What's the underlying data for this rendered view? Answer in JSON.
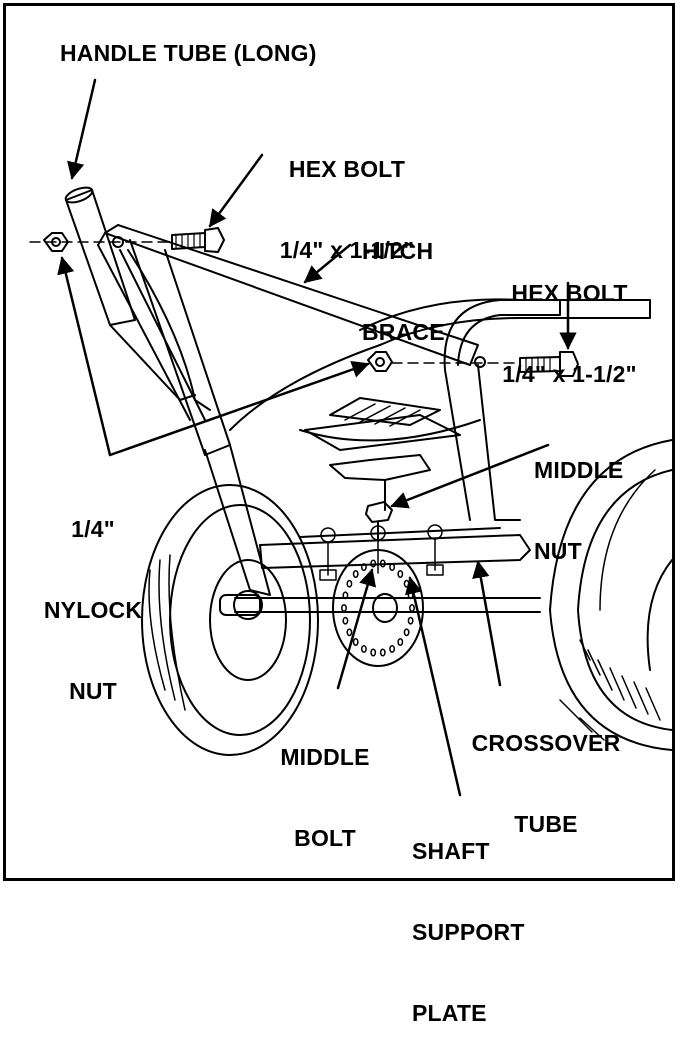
{
  "labels": {
    "handle_tube": "HANDLE TUBE (LONG)",
    "hex_bolt_left": {
      "line1": "HEX BOLT",
      "line2": "1/4\" x 1-1/2\""
    },
    "hitch_brace": {
      "line1": "HITCH",
      "line2": "BRACE"
    },
    "hex_bolt_right": {
      "line1": "HEX BOLT",
      "line2": "1/4\" x 1-1/2\""
    },
    "middle_nut": {
      "line1": "MIDDLE",
      "line2": "NUT"
    },
    "nylock_nut": {
      "line1": "1/4\"",
      "line2": "NYLOCK",
      "line3": "NUT"
    },
    "crossover_tube": {
      "line1": "CROSSOVER",
      "line2": "TUBE"
    },
    "middle_bolt": {
      "line1": "MIDDLE",
      "line2": "BOLT"
    },
    "shaft_support_plate": {
      "line1": "SHAFT",
      "line2": "SUPPORT",
      "line3": "PLATE"
    }
  },
  "colors": {
    "ink": "#000000",
    "paper": "#ffffff"
  }
}
